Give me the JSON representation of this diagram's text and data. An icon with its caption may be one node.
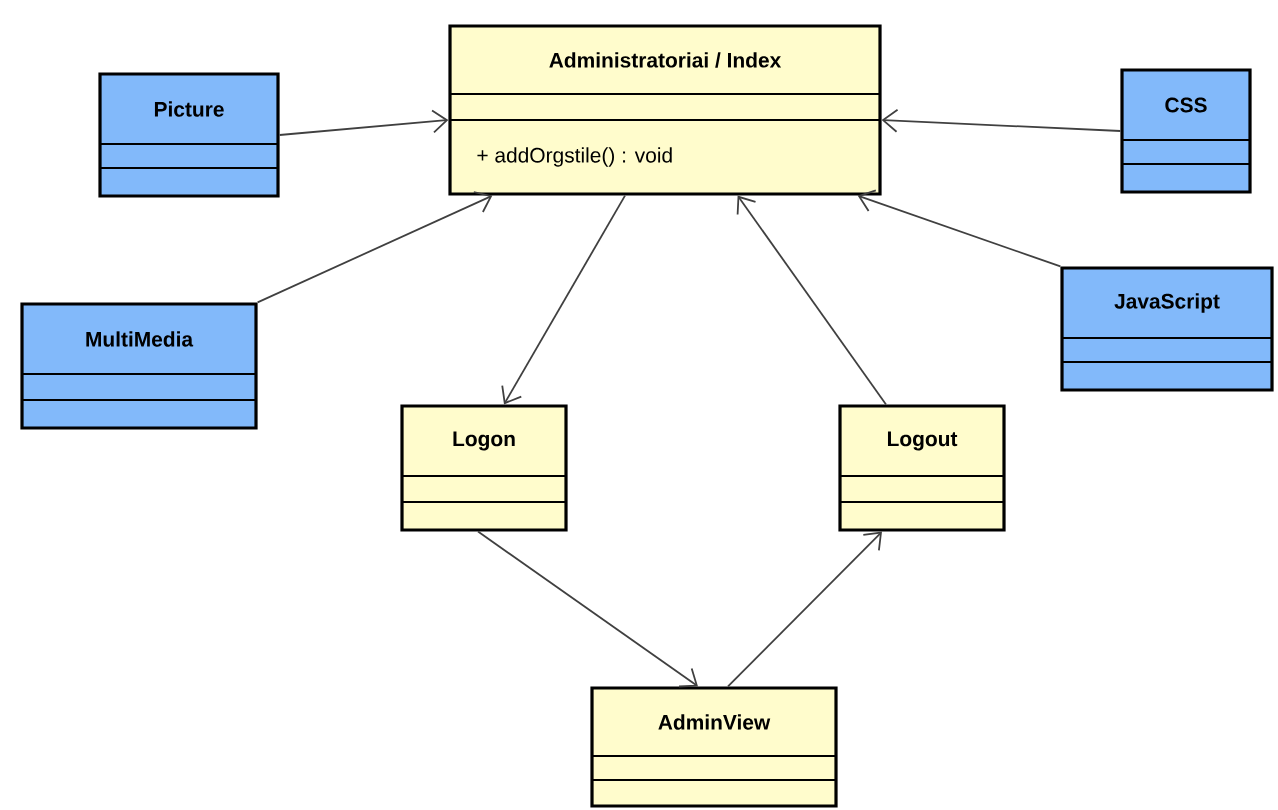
{
  "diagram": {
    "nodes": [
      {
        "text": [
          "Administratoriai / Index",
          "+ addOrgstile() : void"
        ]
      },
      {
        "text": [
          "Picture"
        ]
      },
      {
        "text": [
          "CSS"
        ]
      },
      {
        "text": [
          "MultiMedia"
        ]
      },
      {
        "text": [
          "JavaScript"
        ]
      },
      {
        "text": [
          "Logon"
        ]
      },
      {
        "text": [
          "Logout"
        ]
      },
      {
        "text": [
          "AdminView"
        ]
      }
    ],
    "edges": [
      {
        "from": 1,
        "to": 0,
        "arrow": "to"
      },
      {
        "from": 2,
        "to": 0,
        "arrow": "to"
      },
      {
        "from": 3,
        "to": 0,
        "arrow": "to"
      },
      {
        "from": 4,
        "to": 0,
        "arrow": "to"
      },
      {
        "from": 0,
        "to": 5,
        "arrow": "to"
      },
      {
        "from": 5,
        "to": 7,
        "arrow": "to"
      },
      {
        "from": 7,
        "to": 6,
        "arrow": "to"
      },
      {
        "from": 6,
        "to": 0,
        "arrow": "to"
      }
    ]
  }
}
